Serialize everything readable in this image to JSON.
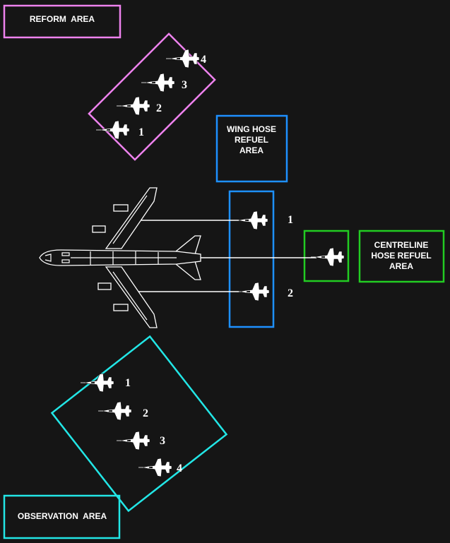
{
  "colors": {
    "background": "#151515",
    "reform": "#ee82ee",
    "wing": "#1e90ff",
    "centreline": "#22cc22",
    "observation": "#22e6e6",
    "foreground": "#ffffff"
  },
  "areas": {
    "reform": {
      "label": "REFORM  AREA"
    },
    "wing_hose": {
      "label_lines": [
        "WING HOSE",
        "REFUEL",
        "AREA"
      ]
    },
    "centreline": {
      "label_lines": [
        "CENTRELINE",
        "HOSE REFUEL",
        "AREA"
      ]
    },
    "observation": {
      "label": "OBSERVATION  AREA"
    }
  },
  "reform_positions": [
    "1",
    "2",
    "3",
    "4"
  ],
  "wing_positions": [
    "1",
    "2"
  ],
  "observation_positions": [
    "1",
    "2",
    "3",
    "4"
  ],
  "icons": {
    "tanker": "tanker-aircraft-icon",
    "receiver": "fighter-jet-icon"
  }
}
